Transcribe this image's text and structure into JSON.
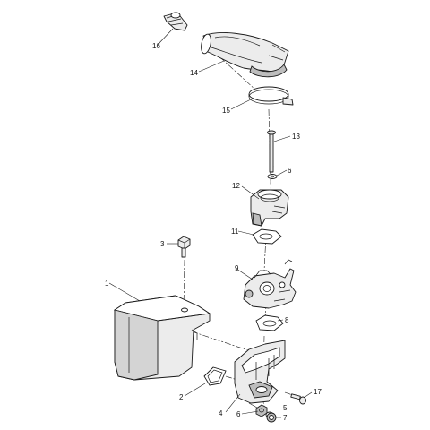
{
  "callouts": [
    {
      "id": "c16",
      "label": "16"
    },
    {
      "id": "c14",
      "label": "14"
    },
    {
      "id": "c15",
      "label": "15"
    },
    {
      "id": "c13",
      "label": "13"
    },
    {
      "id": "c6a",
      "label": "6"
    },
    {
      "id": "c12",
      "label": "12"
    },
    {
      "id": "c11",
      "label": "11"
    },
    {
      "id": "c3",
      "label": "3"
    },
    {
      "id": "c9",
      "label": "9"
    },
    {
      "id": "c1",
      "label": "1"
    },
    {
      "id": "c8",
      "label": "8"
    },
    {
      "id": "c2",
      "label": "2"
    },
    {
      "id": "c17",
      "label": "17"
    },
    {
      "id": "c5",
      "label": "5"
    },
    {
      "id": "c4",
      "label": "4"
    },
    {
      "id": "c6b",
      "label": "6"
    },
    {
      "id": "c7",
      "label": "7"
    }
  ]
}
